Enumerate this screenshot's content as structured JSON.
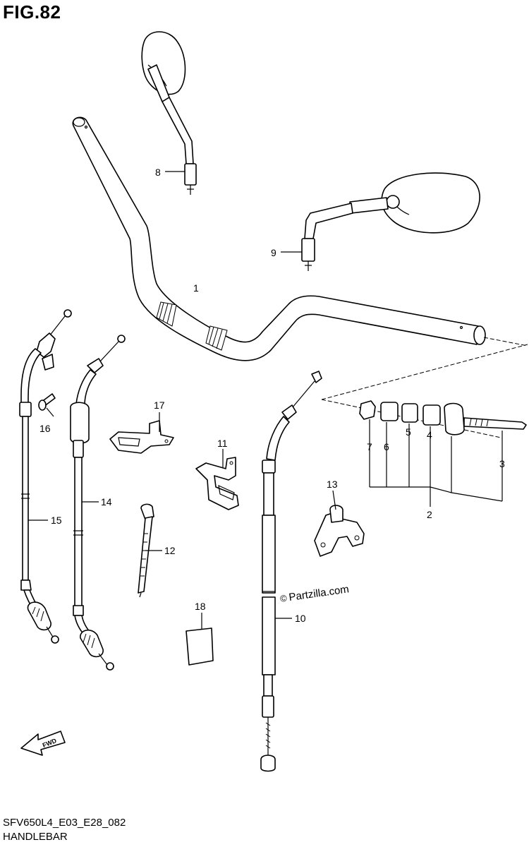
{
  "figure": {
    "title": "FIG.82"
  },
  "footer": {
    "code": "SFV650L4_E03_E28_082",
    "name": "HANDLEBAR"
  },
  "watermark": {
    "mark": "©",
    "text": "Partzilla.com"
  },
  "callouts": {
    "c1": "1",
    "c2": "2",
    "c3": "3",
    "c4": "4",
    "c5": "5",
    "c6": "6",
    "c7": "7",
    "c8": "8",
    "c9": "9",
    "c10": "10",
    "c11": "11",
    "c12": "12",
    "c13": "13",
    "c14": "14",
    "c15": "15",
    "c16": "16",
    "c17": "17",
    "c18": "18"
  },
  "fwd_badge": {
    "text": "FWD"
  }
}
